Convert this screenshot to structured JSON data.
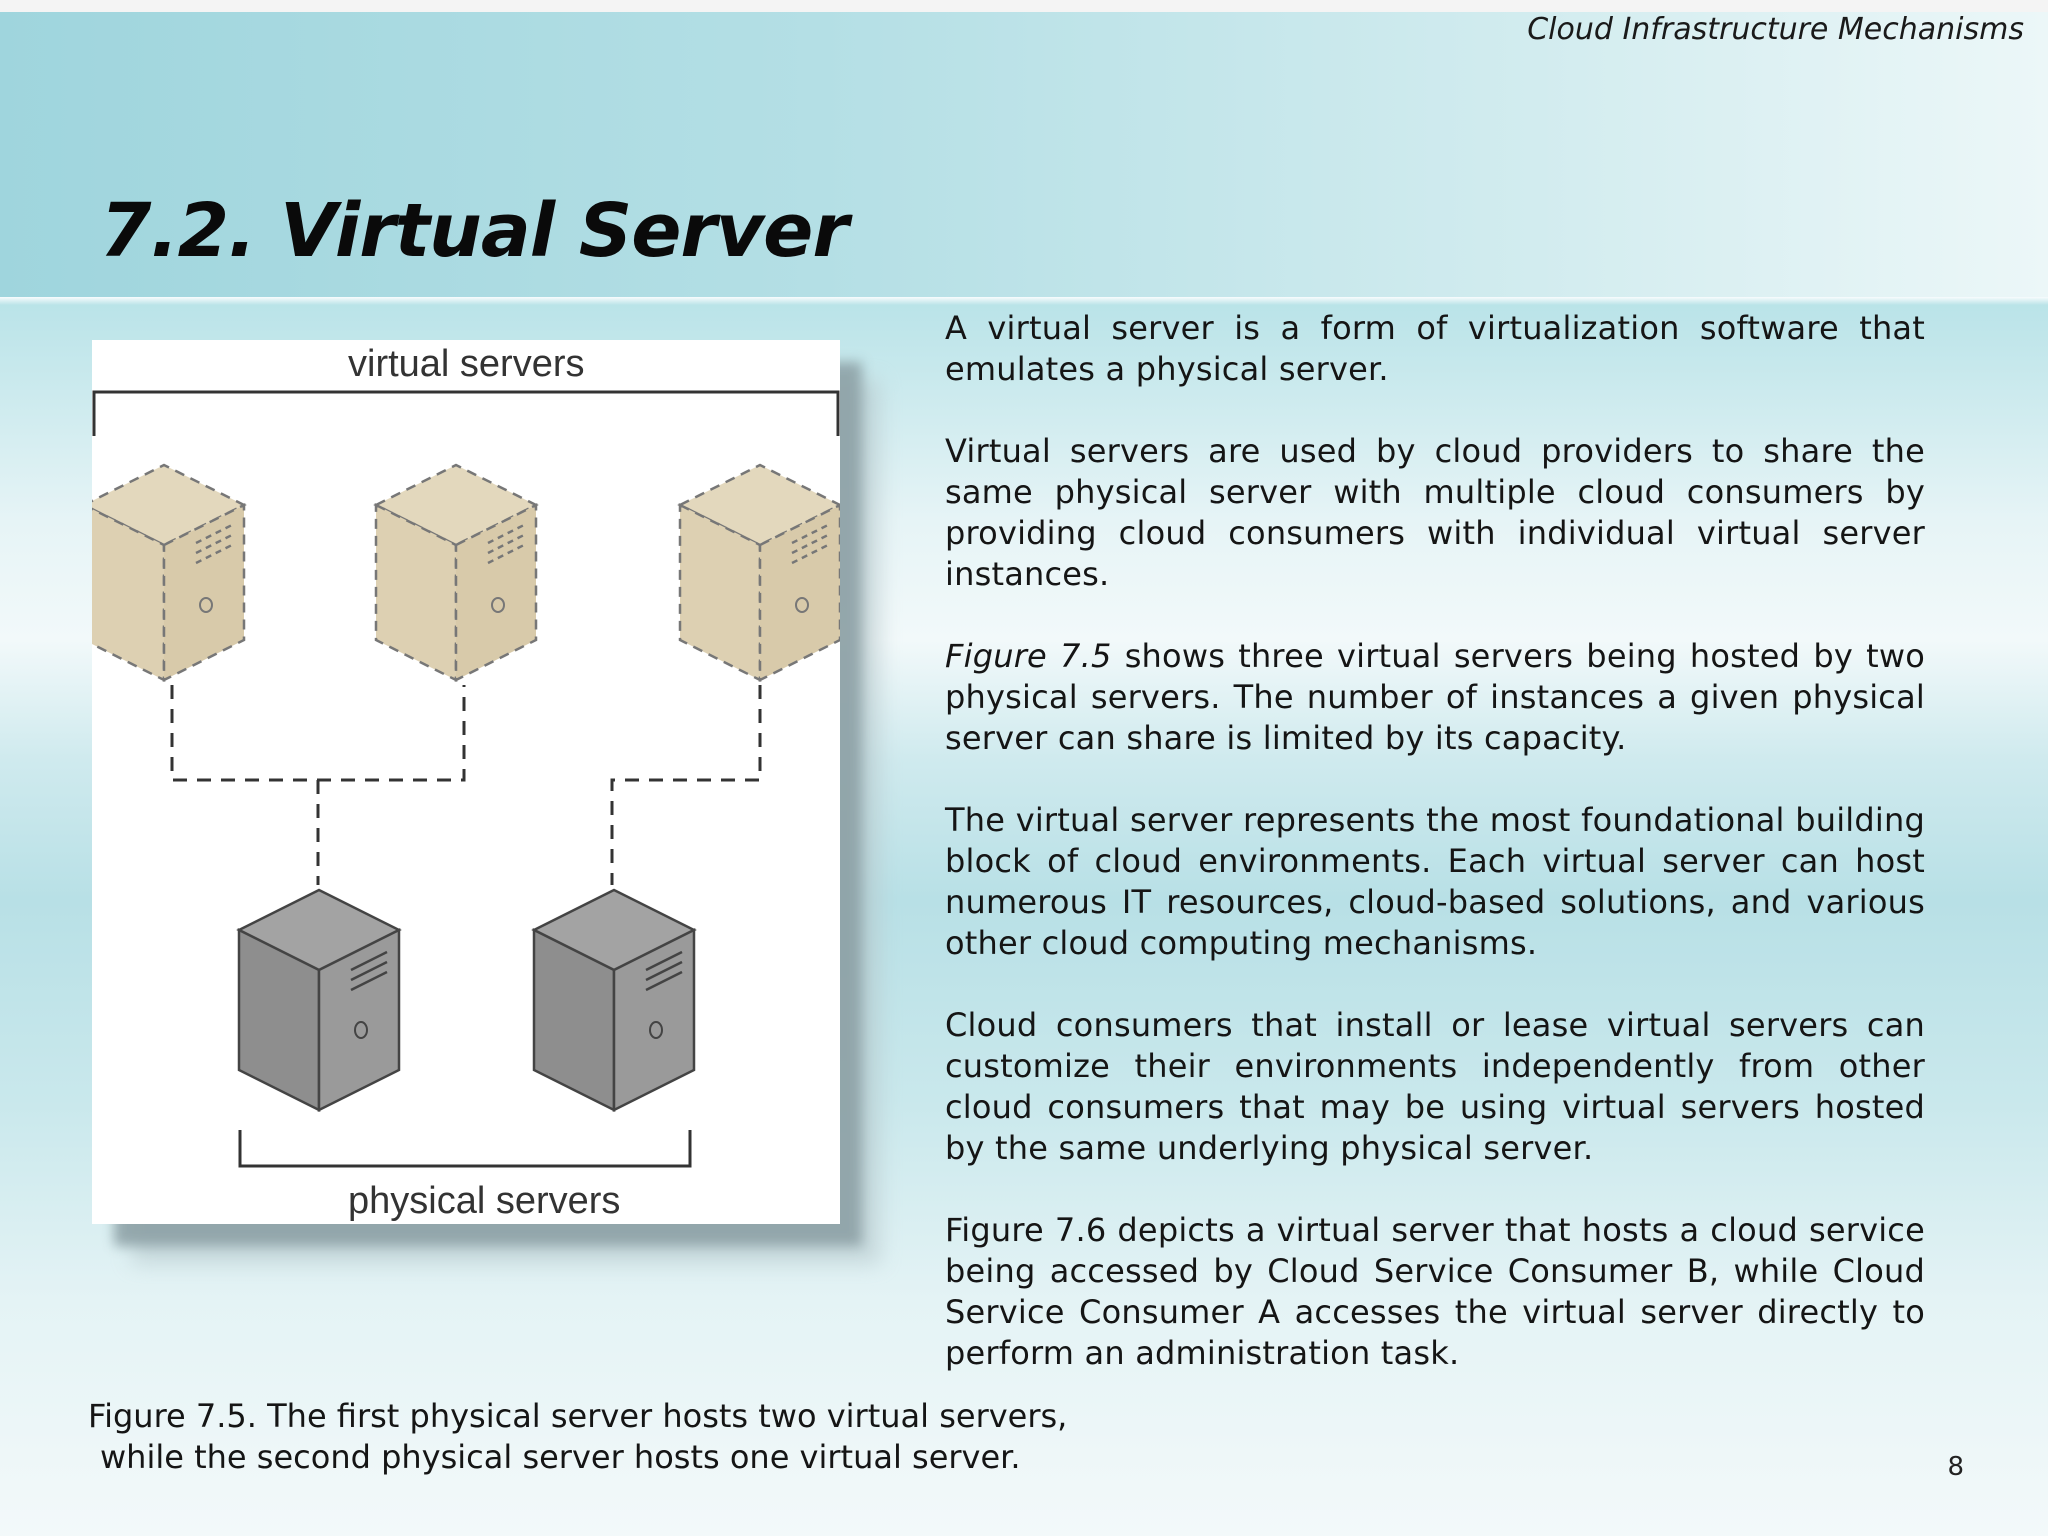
{
  "header": {
    "section": "Cloud Infrastructure Mechanisms",
    "title": "7.2. Virtual Server"
  },
  "figure": {
    "top_label": "virtual servers",
    "bottom_label": "physical servers",
    "virtual_server_icon": "server-tower-dashed-icon",
    "physical_server_icon": "server-tower-icon",
    "virtual_server_color": "#ddd0b2",
    "physical_server_color": "#8e8e8e",
    "caption_line1": "Figure 7.5. The first physical server hosts two virtual servers,",
    "caption_line2": "while the second physical server hosts one virtual server."
  },
  "body": {
    "p1": "A virtual server is a form of virtualization software that emulates a physical server.",
    "p2": "Virtual servers are used by cloud providers to share the same physical server with multiple cloud consumers by providing cloud consumers with individual virtual server instances.",
    "p3_ref": "Figure 7.5",
    "p3_rest": " shows three virtual servers being hosted by two physical servers. The number of instances a given physical server can share is limited by its capacity.",
    "p4": "The virtual server represents the most foundational building block of cloud environments. Each virtual server can host numerous IT resources, cloud-based solutions, and various other cloud computing mechanisms.",
    "p5": "Cloud consumers that install or lease virtual servers can customize their environments independently from other cloud consumers that may be using virtual servers hosted by the same underlying physical server.",
    "p6": "Figure 7.6 depicts a virtual server that hosts a cloud service being accessed by Cloud Service Consumer B, while Cloud Service Consumer A accesses the virtual server directly to perform an administration task."
  },
  "footer": {
    "page_number": "8"
  },
  "colors": {
    "header_band": "#a9dbe2",
    "title": "#0a0a0a"
  }
}
